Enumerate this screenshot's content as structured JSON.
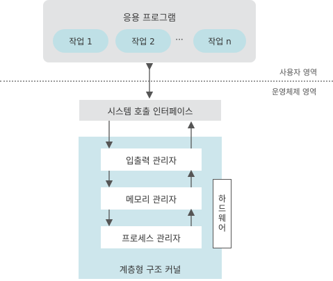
{
  "application": {
    "title": "응용 프로그램",
    "tasks": [
      "작업 1",
      "작업 2",
      "작업 n"
    ],
    "ellipsis": "···"
  },
  "zones": {
    "user": "사용자 영역",
    "kernel": "운영체제 영역"
  },
  "system_call_interface": "시스템 호출 인터페이스",
  "managers": [
    "입출력 관리자",
    "메모리 관리자",
    "프로세스 관리자"
  ],
  "hardware": "하드웨어",
  "kernel_label": "계층형 구조 커널",
  "colors": {
    "app_box": "#e2e3e4",
    "task_pill": "#bfe0e6",
    "kernel_box": "#cde6ec",
    "arrow": "#555555"
  }
}
